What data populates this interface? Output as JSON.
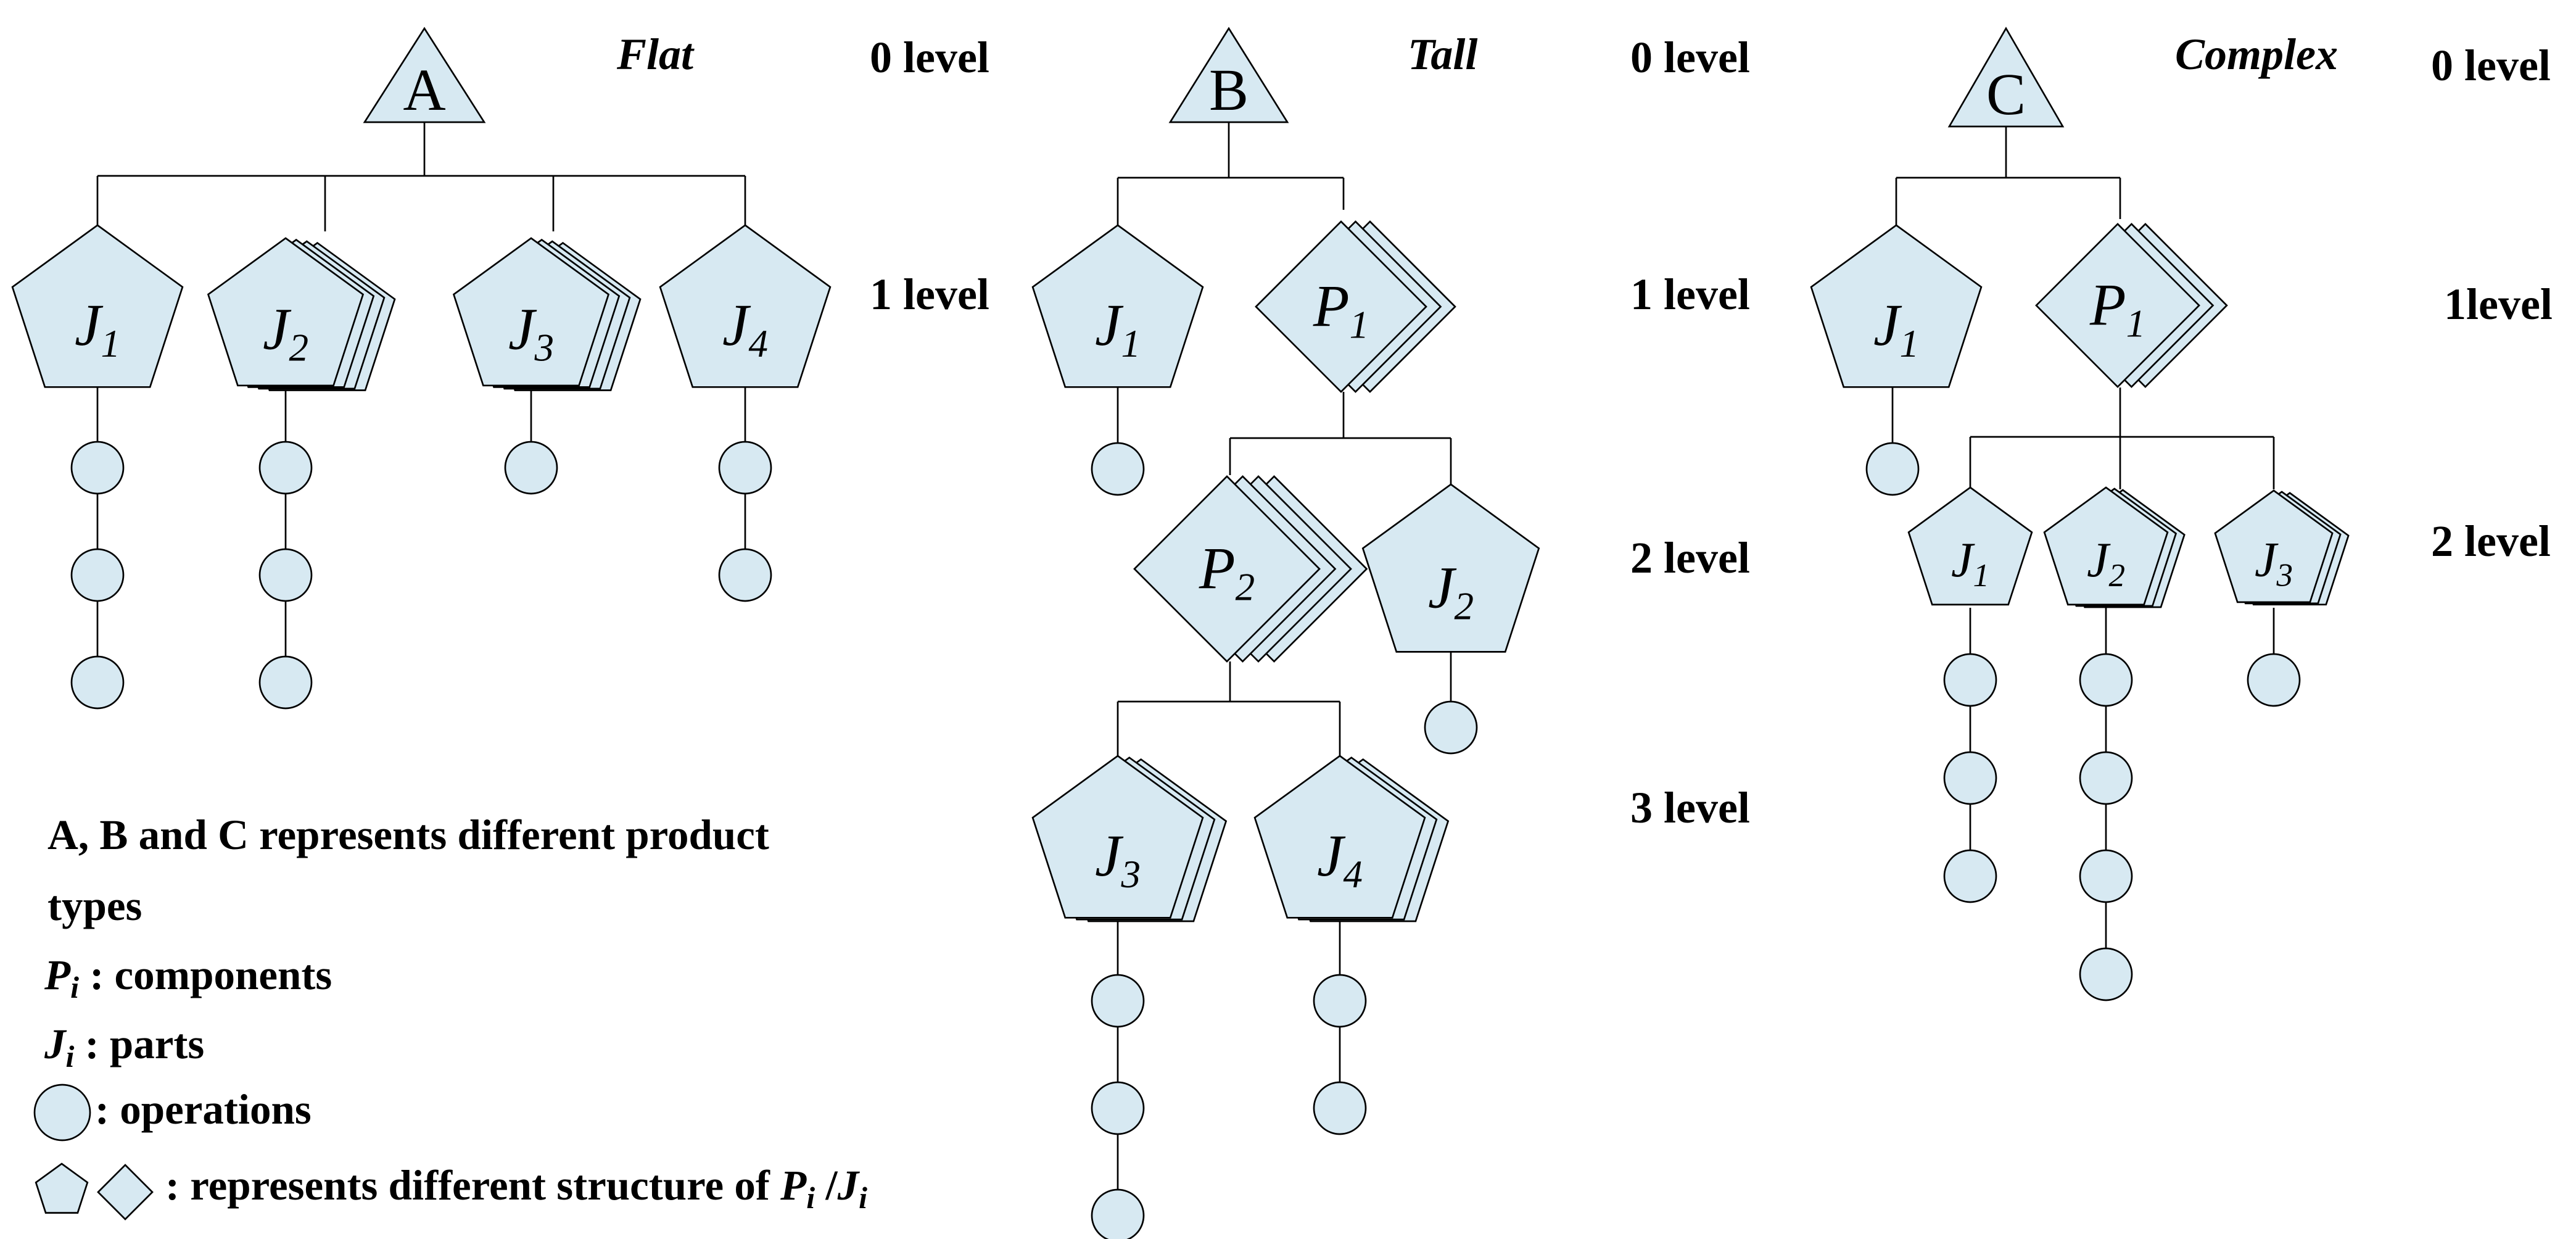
{
  "diagrams": [
    {
      "root": "A",
      "title": "Flat"
    },
    {
      "root": "B",
      "title": "Tall"
    },
    {
      "root": "C",
      "title": "Complex"
    }
  ],
  "levels": {
    "a0": "0 level",
    "a1": "1 level",
    "b0": "0 level",
    "b1": "1 level",
    "b2": "2 level",
    "b3": "3 level",
    "c0": "0 level",
    "c1": "1level",
    "c2": "2 level"
  },
  "labels": {
    "J": "J",
    "P": "P",
    "n1": "1",
    "n2": "2",
    "n3": "3",
    "n4": "4"
  },
  "legend": {
    "line1": "A, B and C represents different product",
    "line2": "types",
    "pi_symbol": "P",
    "pi_sub": "i",
    "pi_text": " : components",
    "ji_symbol": "J",
    "ji_sub": "i",
    "ji_text": " : parts",
    "ops_text": ": operations",
    "struct_text": ": represents different structure of ",
    "struct_p": "P",
    "struct_sub1": "i",
    "struct_slash": " /",
    "struct_j": "J",
    "struct_sub2": "i"
  },
  "colors": {
    "fill": "#d7e9f2",
    "stroke": "#000000"
  }
}
